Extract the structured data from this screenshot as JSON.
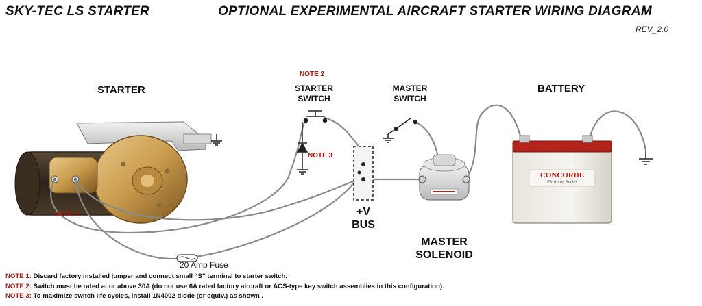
{
  "header": {
    "left_title": "SKY-TEC LS STARTER",
    "right_title": "OPTIONAL EXPERIMENTAL AIRCRAFT STARTER WIRING DIAGRAM",
    "revision": "REV_2.0"
  },
  "labels": {
    "starter": "STARTER",
    "starter_switch_note": "NOTE 2",
    "starter_switch_line1": "STARTER",
    "starter_switch_line2": "SWITCH",
    "master_switch_line1": "MASTER",
    "master_switch_line2": "SWITCH",
    "battery": "BATTERY",
    "note3_marker": "NOTE 3",
    "note1_marker": "NOTE 1",
    "bus_line1": "+V",
    "bus_line2": "BUS",
    "solenoid_line1": "MASTER",
    "solenoid_line2": "SOLENOID",
    "fuse": "20 Amp Fuse",
    "battery_brand": "CONCORDE",
    "battery_series": "Platinum Series"
  },
  "notes": [
    {
      "tag": "NOTE 1:",
      "text": "Discard factory installed jumper and connect small “S” terminal to starter switch."
    },
    {
      "tag": "NOTE 2:",
      "text": "Switch must be rated at or above 30A (do not use 6A rated factory aircraft or ACS-type key switch assemblies in this configuration)."
    },
    {
      "tag": "NOTE 3:",
      "text": "To maximize switch life cycles, install 1N4002 diode (or equiv.) as shown ."
    }
  ],
  "colors": {
    "note_red": "#a11a12",
    "battery_red": "#b3241c",
    "starter_gold": "#c99a4c",
    "wire": "#8a8a8a"
  },
  "icons": [
    "ground-symbol",
    "diode-symbol",
    "switch-symbol",
    "fuse-symbol"
  ]
}
